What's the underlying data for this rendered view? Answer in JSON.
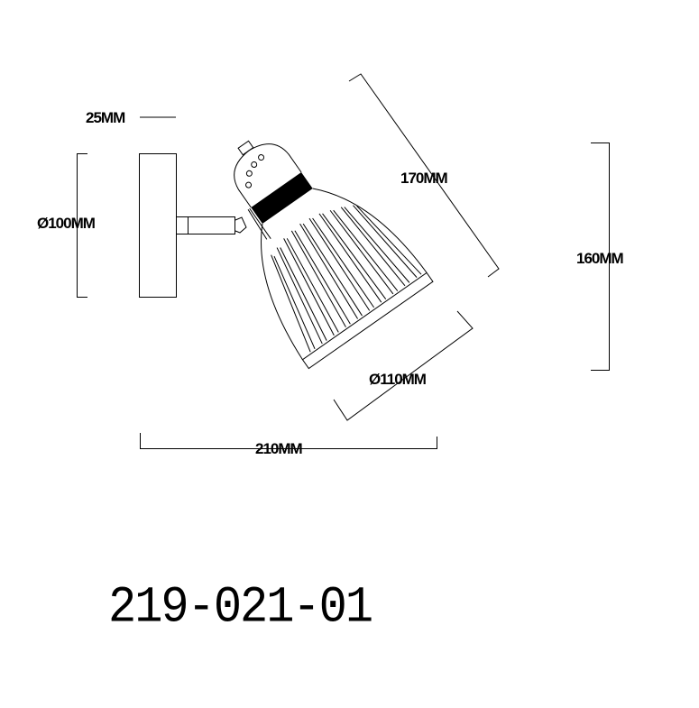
{
  "drawing": {
    "dimensions": {
      "backplate_depth": "25MM",
      "backplate_diameter": "Ø100MM",
      "shade_length": "170MM",
      "total_height": "160MM",
      "shade_diameter": "Ø110MM",
      "total_projection": "210MM"
    },
    "model_number": "219-021-01"
  }
}
